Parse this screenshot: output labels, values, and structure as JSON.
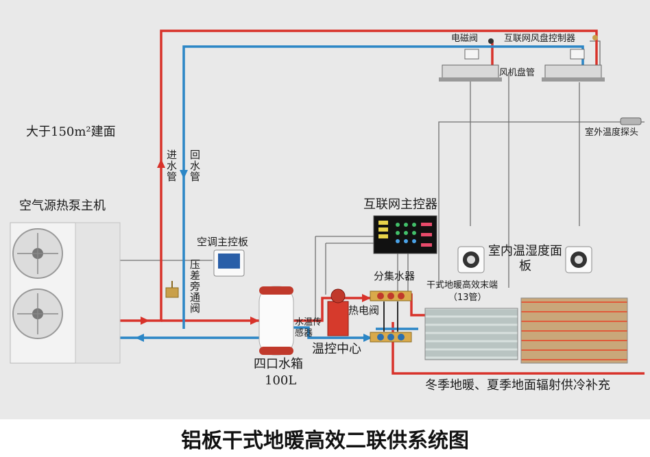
{
  "title": "铝板干式地暖高效二联供系统图",
  "labels": {
    "area": "大于150m²建面",
    "host": "空气源热泵主机",
    "inlet_pipe": "进水管",
    "return_pipe": "回水管",
    "ac_panel": "空调主控板",
    "bypass_valve": "压差旁通阀",
    "tank": "四口水箱",
    "tank_volume": "100L",
    "water_temp_sensor": "水温传感器",
    "thermal_valve": "热电阀",
    "temp_center": "温控中心",
    "manifold": "分集水器",
    "internet_controller": "互联网主控器",
    "solenoid_valve": "电磁阀",
    "fan_coil_controller": "互联网风盘控制器",
    "fan_coil": "风机盘管",
    "outdoor_probe": "室外温度探头",
    "indoor_panel": "室内温湿度面板",
    "floor_terminal": "干式地暖高效末端",
    "floor_terminal_count": "（13管）",
    "floor_note": "冬季地暖、夏季地面辐射供冷补充"
  },
  "colors": {
    "supply_pipe": "#d8322a",
    "return_pipe": "#2b86c6",
    "signal_wire": "#707070",
    "background": "#e9e9e9"
  }
}
